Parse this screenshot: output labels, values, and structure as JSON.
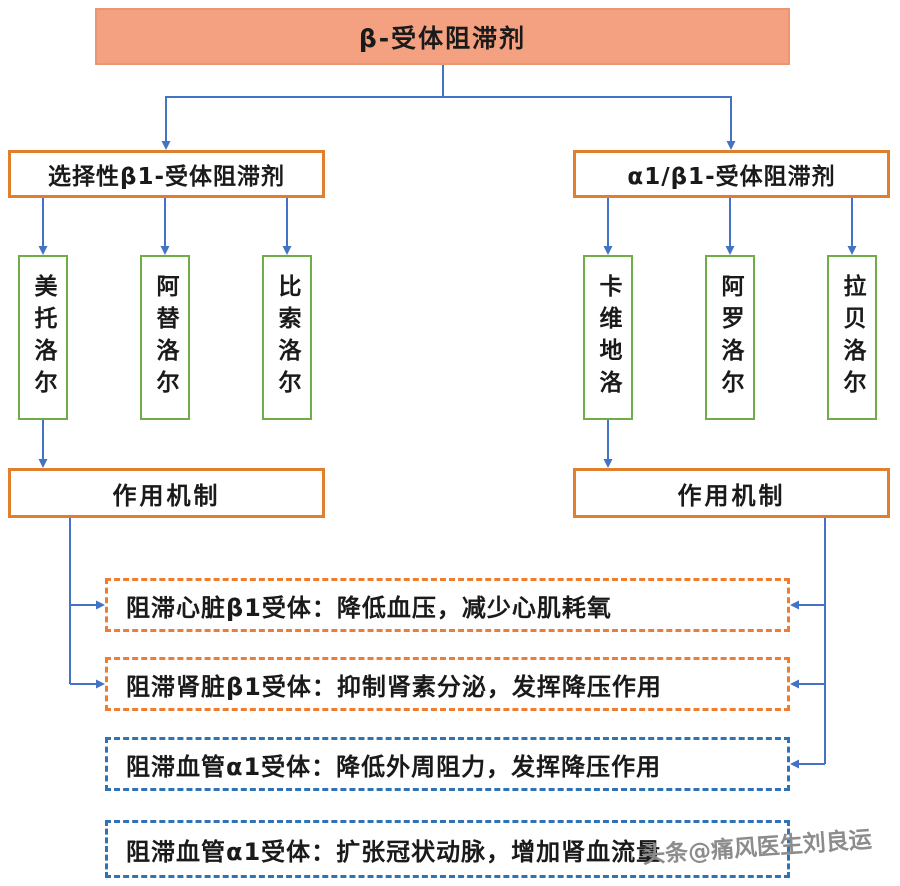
{
  "root": {
    "label": "β-受体阻滞剂"
  },
  "branches": [
    {
      "label": "选择性β1-受体阻滞剂",
      "drugs": [
        "美托洛尔",
        "阿替洛尔",
        "比索洛尔"
      ],
      "mechanism_label": "作用机制"
    },
    {
      "label": "α1/β1-受体阻滞剂",
      "drugs": [
        "卡维地洛",
        "阿罗洛尔",
        "拉贝洛尔"
      ],
      "mechanism_label": "作用机制"
    }
  ],
  "mechanisms": [
    {
      "text": "阻滞心脏β1受体：降低血压，减少心肌耗氧",
      "style": "orange"
    },
    {
      "text": "阻滞肾脏β1受体：抑制肾素分泌，发挥降压作用",
      "style": "orange"
    },
    {
      "text": "阻滞血管α1受体：降低外周阻力，发挥降压作用",
      "style": "blue"
    },
    {
      "text": "阻滞血管α1受体：扩张冠状动脉，增加肾血流量",
      "style": "blue"
    }
  ],
  "watermark": "头条@痛风医生刘良运",
  "colors": {
    "root_fill": "#f4a181",
    "orange_border": "#e0802f",
    "green_border": "#70ad47",
    "arrow_blue": "#4472c4",
    "dashed_orange": "#ed7d31",
    "dashed_blue": "#2e74b5",
    "watermark_gray": "#8c8c8c"
  }
}
